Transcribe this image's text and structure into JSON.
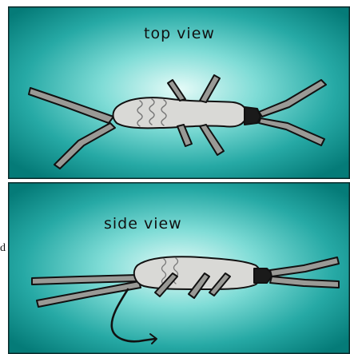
{
  "caption_partial": "d",
  "panels": {
    "top": {
      "label": "top view"
    },
    "side": {
      "label": "side view"
    }
  },
  "colors": {
    "background_center": "#d6f6f2",
    "background_mid": "#3cc4bf",
    "background_edge": "#057b78",
    "body": "#d8d8d6",
    "legs": "#9a9a96",
    "outline": "#111111"
  }
}
